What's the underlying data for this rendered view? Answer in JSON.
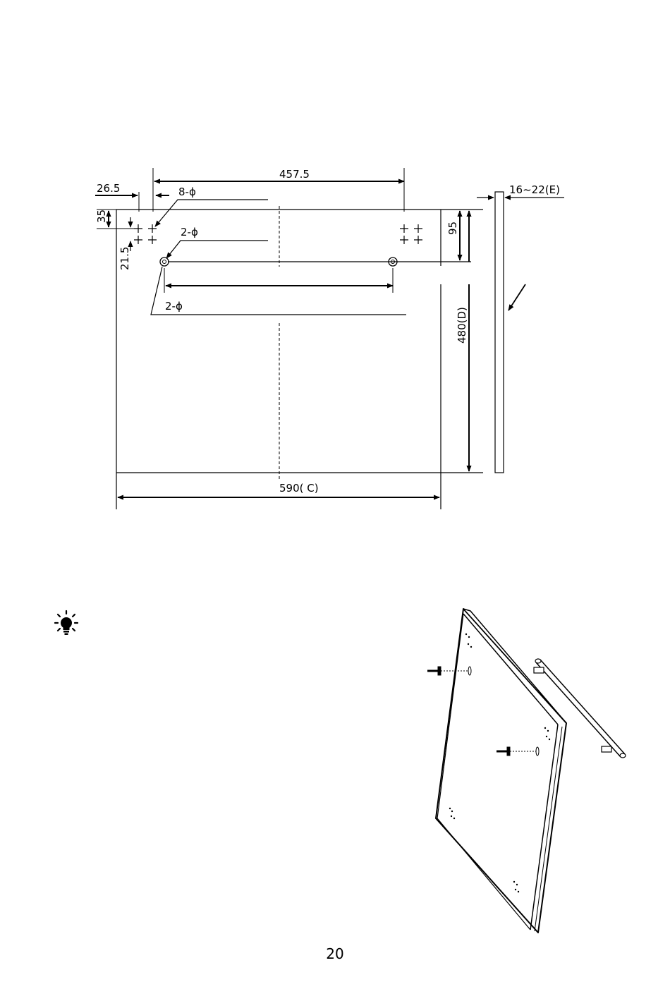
{
  "technical_drawing": {
    "dimensions": {
      "top_width": "457.5",
      "left_offset": "26.5",
      "top_offset": "35",
      "hole_spacing": "21.5",
      "handle_height": "95",
      "panel_height": "480(D)",
      "panel_width": "590( C)",
      "panel_thickness": "16~22(E)"
    },
    "callouts": {
      "holes_eight": "8-ϕ",
      "holes_two_top": "2-ϕ",
      "holes_two_bottom": "2-ϕ"
    }
  },
  "tip": {
    "icon": "lightbulb-icon"
  },
  "page_number": "20"
}
